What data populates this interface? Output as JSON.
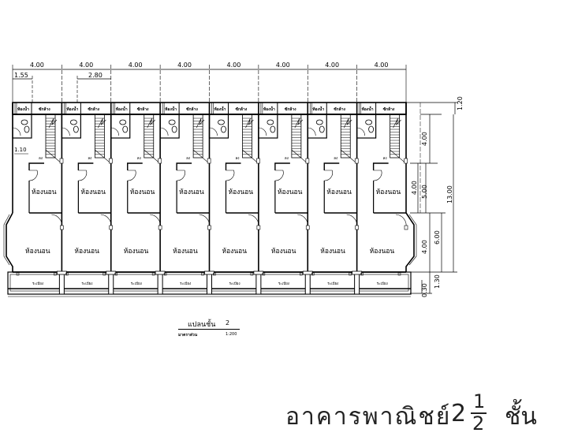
{
  "drawing": {
    "type": "floor plan",
    "unit_count": 8,
    "top_dimensions": [
      "4.00",
      "4.00",
      "4.00",
      "4.00",
      "4.00",
      "4.00",
      "4.00",
      "4.00"
    ],
    "sub_dimensions": {
      "bath_width": "1.55",
      "stair_width": "2.80",
      "corridor_width": "1.10"
    },
    "right_dimensions": {
      "top_strip": "1.20",
      "stair_zone": "4.00",
      "front_bedroom": "4.00",
      "bedroom_span": "5.00",
      "total_depth": "13.00",
      "bay_window": "4.00",
      "rear_bedroom_span": "6.00",
      "balcony_depth": "1.30",
      "balcony_rail": "0.30"
    },
    "room_labels": {
      "bathroom": "ห้องน้ำ",
      "laundry": "ซักล้าง",
      "stair_down": "ลง",
      "bedroom": "ห้องนอน",
      "balcony": "ระเบียง"
    }
  },
  "title_block": {
    "plan_label": "แปลนชั้น",
    "floor_number": "2",
    "scale_label": "มาตราส่วน",
    "scale_value": "1:200"
  },
  "main_title": {
    "text": "อาคารพาณิชย์",
    "floors_whole": "2",
    "floors_fraction_num": "1",
    "floors_fraction_den": "2",
    "floors_word": "ชั้น"
  }
}
